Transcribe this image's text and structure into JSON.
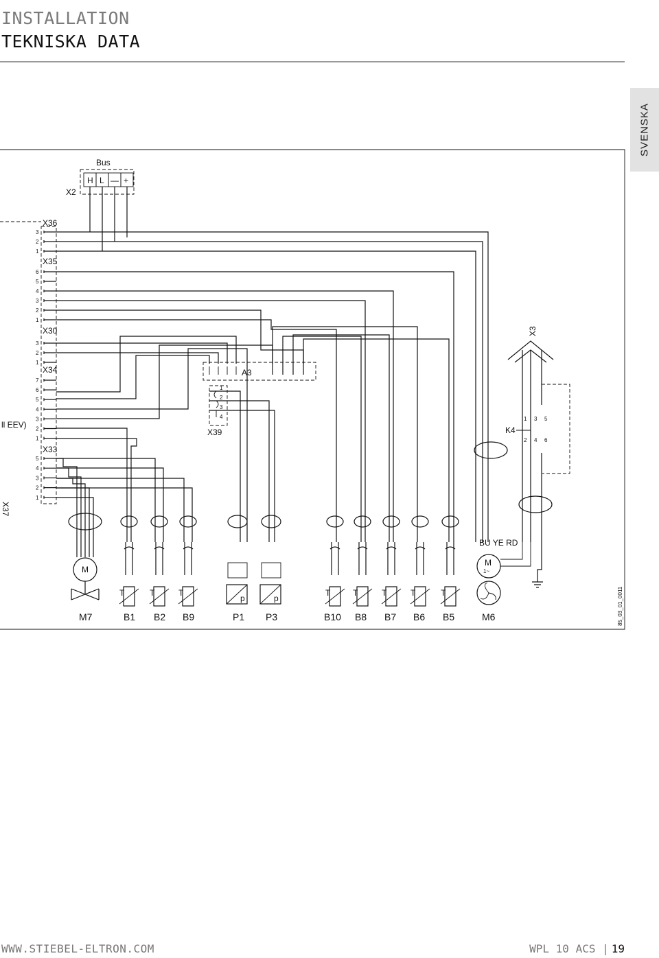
{
  "header": {
    "title": "INSTALLATION",
    "subtitle": "TEKNISKA DATA"
  },
  "side_tab": "SVENSKA",
  "diagram": {
    "bus_label": "Bus",
    "x2_label": "X2",
    "bus_terminals": [
      "H",
      "L",
      "—",
      "+"
    ],
    "x36": {
      "label": "X36",
      "pins": [
        "3",
        "2",
        "1"
      ]
    },
    "x35": {
      "label": "X35",
      "pins": [
        "6",
        "5",
        "4",
        "3",
        "2",
        "1"
      ]
    },
    "x30": {
      "label": "X30",
      "pins": [
        "3",
        "2",
        "1"
      ]
    },
    "x34": {
      "label": "X34",
      "pins": [
        "7",
        "6",
        "5",
        "4",
        "3",
        "2",
        "1"
      ]
    },
    "x33": {
      "label": "X33",
      "pins": [
        "5",
        "4",
        "3",
        "2",
        "1"
      ]
    },
    "x37_label": "X37",
    "eev_label": "ll EEV)",
    "a3_label": "A3",
    "x39": {
      "label": "X39",
      "pins": [
        "1",
        "2",
        "3",
        "4"
      ]
    },
    "x3_label": "X3",
    "k4": {
      "label": "K4",
      "top_pins": [
        "1",
        "3",
        "5"
      ],
      "bottom_pins": [
        "2",
        "4",
        "6"
      ]
    },
    "fan_wires": "BU YE RD",
    "motor_label": "M",
    "fan_motor": [
      "M",
      "1~"
    ],
    "sensor_symbol": "T",
    "pressure_symbol": "p",
    "components": [
      "M7",
      "B1",
      "B2",
      "B9",
      "P1",
      "P3",
      "B10",
      "B8",
      "B7",
      "B6",
      "B5",
      "M6"
    ],
    "drawing_code": "85_03_01_0011"
  },
  "footer": {
    "website": "WWW.STIEBEL-ELTRON.COM",
    "product": "WPL 10 ACS |",
    "page": "19"
  }
}
